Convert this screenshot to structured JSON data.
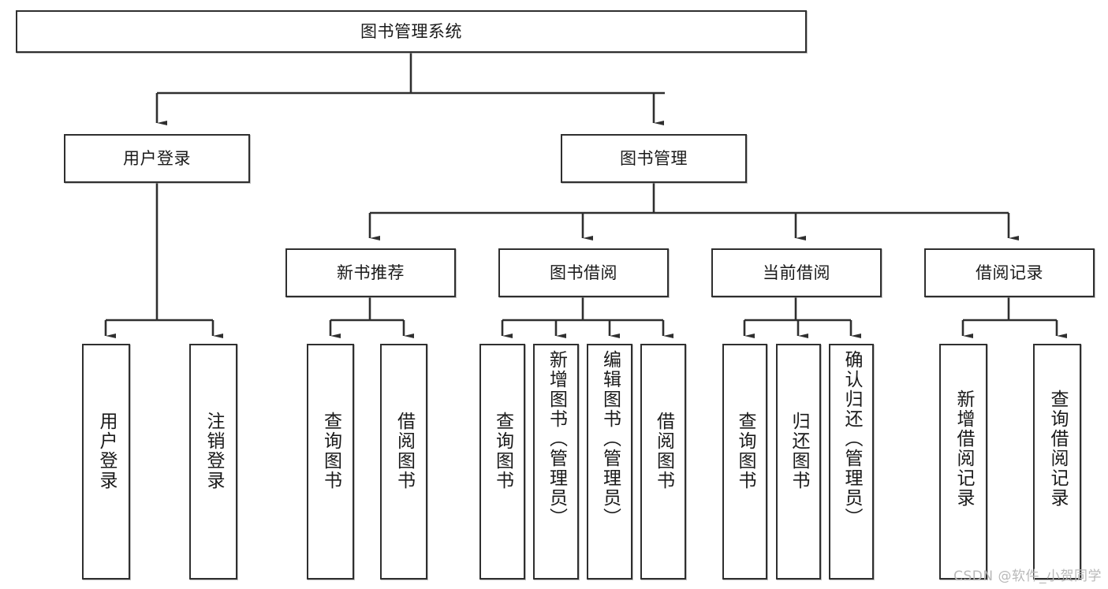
{
  "diagram": {
    "title": "图书管理系统",
    "type": "hierarchy-tree",
    "watermark": "CSDN @软件_小贺同学",
    "colors": {
      "stroke": "#2f2f2f",
      "fill": "#ffffff",
      "text": "#1a1a1a",
      "watermark": "#b9b9b9"
    },
    "root": {
      "label": "图书管理系统"
    },
    "level2": [
      {
        "label": "用户登录"
      },
      {
        "label": "图书管理"
      }
    ],
    "level3": [
      {
        "label": "新书推荐"
      },
      {
        "label": "图书借阅"
      },
      {
        "label": "当前借阅"
      },
      {
        "label": "借阅记录"
      }
    ],
    "leaves": {
      "user_login": [
        {
          "label": "用户登录"
        },
        {
          "label": "注销登录"
        }
      ],
      "new_book_recommend": [
        {
          "label": "查询图书"
        },
        {
          "label": "借阅图书"
        }
      ],
      "book_borrow": [
        {
          "label": "查询图书"
        },
        {
          "label": "新增图书（管理员）"
        },
        {
          "label": "编辑图书（管理员）"
        },
        {
          "label": "借阅图书"
        }
      ],
      "current_borrow": [
        {
          "label": "查询图书"
        },
        {
          "label": "归还图书"
        },
        {
          "label": "确认归还（管理员）"
        }
      ],
      "borrow_record": [
        {
          "label": "新增借阅记录"
        },
        {
          "label": "查询借阅记录"
        }
      ]
    }
  }
}
